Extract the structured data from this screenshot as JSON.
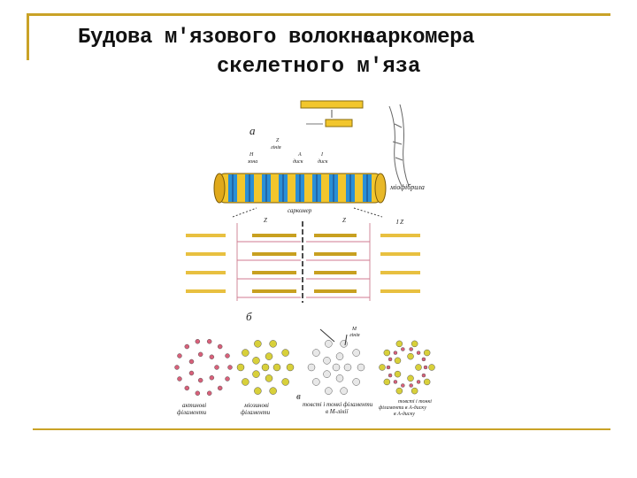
{
  "slide": {
    "title_line1": "Будова м'язового волокна",
    "title_overlap": "саркомера",
    "title_line2": "скелетного м'яза"
  },
  "diagram": {
    "panel_a": "а",
    "panel_b": "б",
    "panel_c": "в",
    "z_line": "Z\nлінія",
    "h_zone": "H\nзона",
    "a_disk": "A\nдиск",
    "i_disk": "I\nдиск",
    "myofibril": "міофібрила",
    "sarcomere": "саркомер",
    "z_left": "Z",
    "z_right": "Z",
    "z_far": "I Z",
    "m_line": "M\nлінія",
    "actin_filaments": "актинові\nфіламенти",
    "myosin_filaments": "міозинові\nфіламенти",
    "thick_thin": "товсті і тонкі\nфіламенти\nв M-лінії",
    "thick_thin_a": "товсті і тонкі\nфіламенти\nв А-диску",
    "colors": {
      "frame": "#c9a227",
      "myofibril_yellow": "#f2c62c",
      "myofibril_blue": "#2a8fd6",
      "actin_pink": "#d9607a",
      "myosin_yellow": "#d8d03a"
    }
  }
}
